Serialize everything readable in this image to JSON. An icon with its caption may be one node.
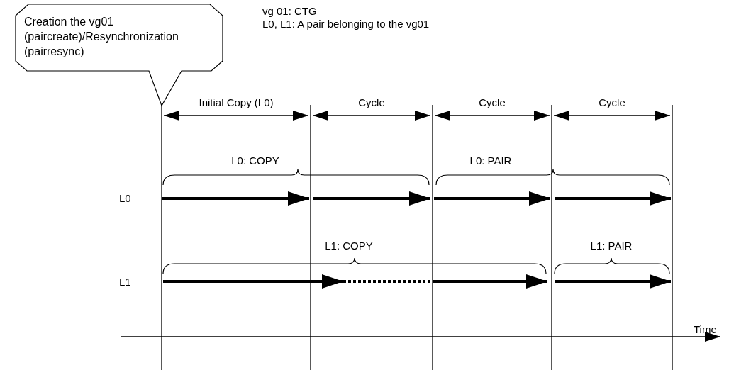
{
  "diagram": {
    "nodes": [
      {
        "text": [
          "Creation the vg01 (paircreate)/Resynchronization (pairresync)"
        ]
      }
    ],
    "labels": [
      "vg 01: CTG",
      "L0, L1: A pair belonging to the vg01",
      "Initial Copy (L0)",
      "Cycle",
      "Cycle",
      "Cycle",
      "L0: COPY",
      "L0: PAIR",
      "L0",
      "L1: COPY",
      "L1: PAIR",
      "L1",
      "Time"
    ]
  }
}
